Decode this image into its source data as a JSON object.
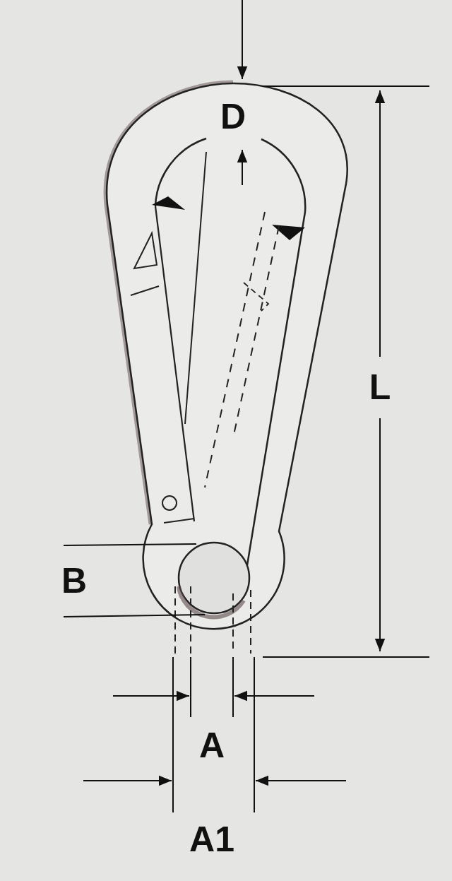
{
  "diagram": {
    "labels": [
      "D",
      "L",
      "B",
      "A",
      "A1"
    ]
  }
}
